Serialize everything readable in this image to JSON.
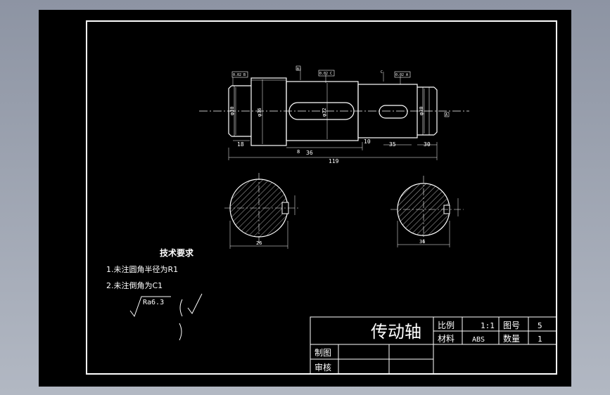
{
  "drawing": {
    "part_name": "传动轴",
    "technical_requirements": {
      "title": "技术要求",
      "items": [
        "1.未注圆角半径为R1",
        "2.未注倒角为C1"
      ],
      "roughness_general": "Ra6.3"
    },
    "title_block": {
      "scale_label": "比例",
      "scale_value": "1:1",
      "drawing_no_label": "图号",
      "drawing_no_value": "5",
      "material_label": "材料",
      "material_value": "ABS",
      "quantity_label": "数量",
      "quantity_value": "1",
      "drawn_label": "制图",
      "checked_label": "审核"
    },
    "dimensions": {
      "total_length": "119",
      "keyway_length_1": "36",
      "keyway_length_2": "35",
      "segment_left": "18",
      "segment_mid": "10",
      "segment_right": "30",
      "gap_left": "8",
      "section_1_width": "26",
      "section_2_width": "36",
      "diam_left": "φ30",
      "diam_collar": "φ36",
      "diam_mid": "φ32",
      "diam_right": "φ30"
    },
    "labels": {
      "datum_b": "B",
      "datum_c": "C",
      "datum_a": "A",
      "tol_1": "0.02 B",
      "tol_2": "0.02 C",
      "tol_3": "0.02 A"
    }
  }
}
